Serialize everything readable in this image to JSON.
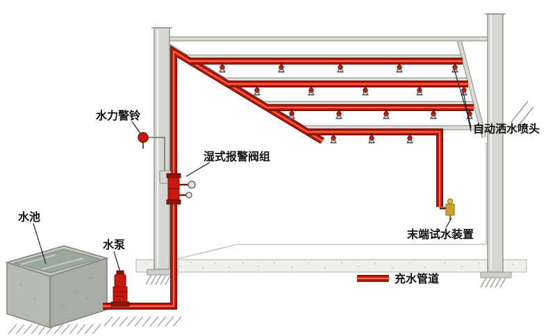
{
  "diagram": {
    "labels": {
      "alarm_bell": "水力警铃",
      "wet_alarm_valve_group": "湿式报警阀组",
      "auto_sprinkler_heads": "自动洒水喷头",
      "end_test_device": "末端试水装置",
      "water_pool": "水池",
      "water_pump": "水泵"
    },
    "legend": {
      "filled_pipe_label": "充水管道"
    },
    "colors": {
      "pipe_red": "#c8170b",
      "pipe_dark_edge": "#7a120a",
      "pipe_highlight": "#ef7050",
      "structure_grey": "#d6d6d2",
      "water_surface": "#9aa99b",
      "test_device_brass": "#c9a227",
      "background": "#ffffff",
      "label_text": "#111111"
    }
  }
}
